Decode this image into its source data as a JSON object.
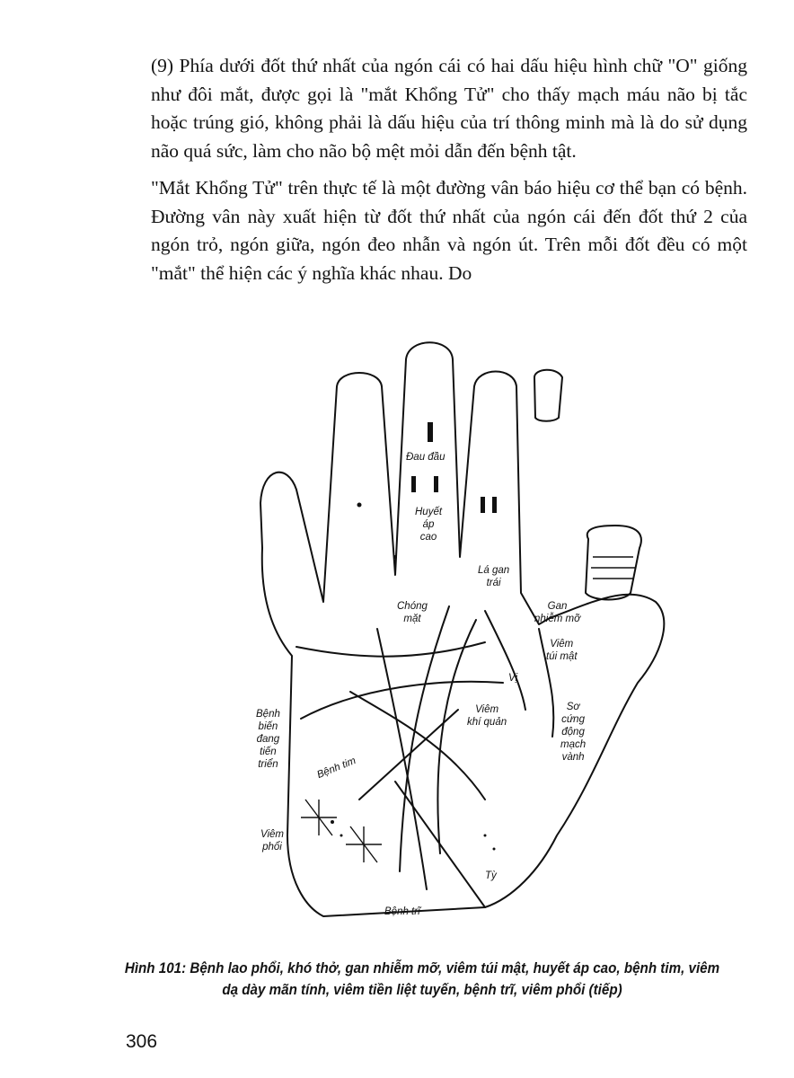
{
  "paragraphs": [
    "(9) Phía dưới đốt thứ nhất của ngón cái có hai dấu hiệu hình chữ \"O\" giống như đôi mắt, được gọi là \"mắt Khổng Tử\" cho thấy mạch máu não bị tắc hoặc trúng gió, không phải là dấu hiệu của trí thông minh mà là do sử dụng não quá sức, làm cho não bộ mệt mỏi dẫn đến bệnh tật.",
    "\"Mắt Khổng Tử\" trên thực tế là một đường vân báo hiệu cơ thể bạn có bệnh. Đường vân này xuất hiện từ đốt thứ nhất của ngón cái đến đốt thứ 2 của ngón trỏ, ngón giữa, ngón đeo nhẫn và ngón út. Trên mỗi đốt đều có một \"mắt\" thể hiện các ý nghĩa khác nhau. Do"
  ],
  "figure": {
    "labels": {
      "dau_dau": "Đau đầu",
      "huyet_ap_cao": "Huyết\náp\ncao",
      "la_gan_trai": "Lá gan\ntrái",
      "chong_mat": "Chóng\nmặt",
      "gan_nhiem_mo": "Gan\nnhiễm mỡ",
      "viem_tui_mat": "Viêm\ntúi mật",
      "vi": "Vị",
      "benh_bien_dang_tien_trien": "Bệnh\nbiến\nđang\ntiến\ntriển",
      "viem_khi_quan": "Viêm\nkhí quản",
      "so_cung_dong_mach_vanh": "Sơ\ncứng\nđộng\nmạch\nvành",
      "benh_tim": "Bệnh tim",
      "viem_phoi": "Viêm\nphổi",
      "ty": "Tỳ",
      "benh_tri": "Bệnh trĩ"
    }
  },
  "caption": "Hình 101: Bệnh lao phổi, khó thở, gan nhiễm mỡ, viêm túi mật, huyết áp cao, bệnh tim, viêm dạ dày mãn tính, viêm tiền liệt tuyến, bệnh trĩ, viêm phổi (tiếp)",
  "page_number": "306"
}
